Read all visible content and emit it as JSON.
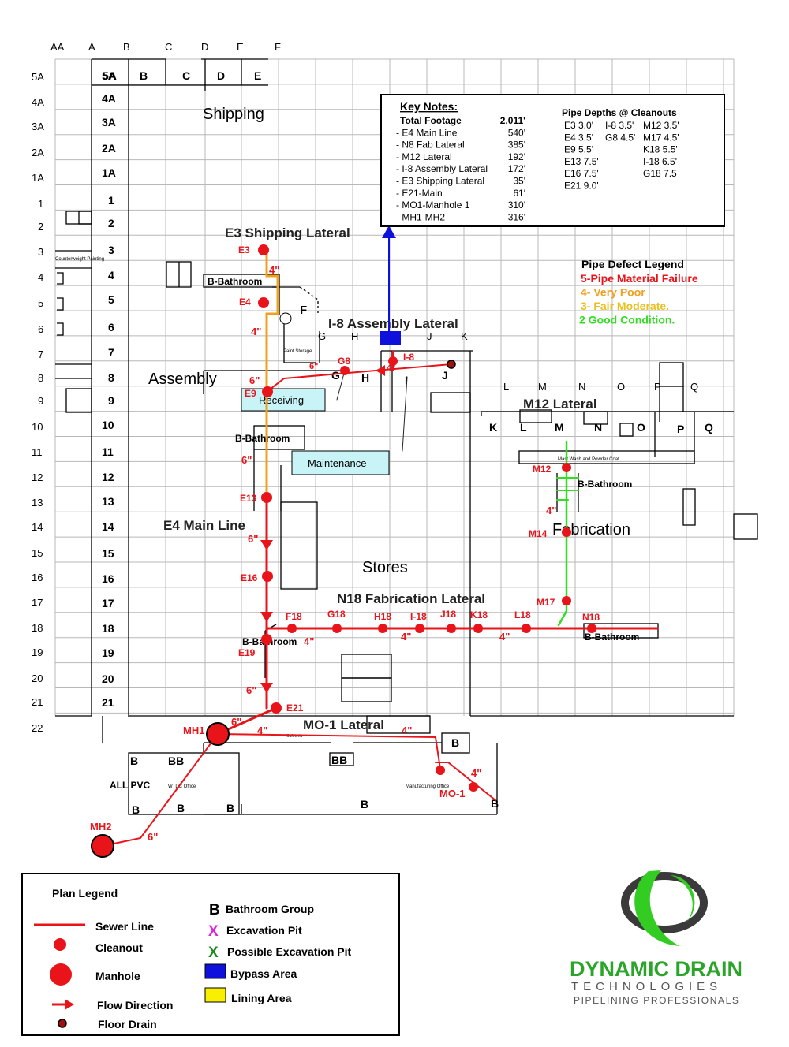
{
  "colors": {
    "grid": "#b8b8b8",
    "structure": "#000000",
    "red": "#e8141a",
    "orange": "#f0a020",
    "green": "#33dd22",
    "blue": "#1010dd",
    "cyan_box": "#c8f4f8",
    "logo_green": "#2aa52a",
    "logo_grey": "#555555"
  },
  "column_labels": [
    "AA",
    "A",
    "B",
    "C",
    "D",
    "E",
    "F"
  ],
  "inner_column_labels": [
    "5A",
    "B",
    "C",
    "D",
    "E"
  ],
  "row_labels": [
    "5A",
    "4A",
    "3A",
    "2A",
    "1A",
    "1",
    "2",
    "3",
    "4",
    "5",
    "6",
    "7",
    "8",
    "9",
    "10",
    "11",
    "12",
    "13",
    "14",
    "15",
    "16",
    "17",
    "18",
    "19",
    "20",
    "21",
    "22"
  ],
  "inner_row_labels": [
    "5A",
    "4A",
    "3A",
    "2A",
    "1A",
    "1",
    "2",
    "3",
    "4",
    "5",
    "6",
    "7",
    "8",
    "9",
    "10",
    "11",
    "12",
    "13",
    "14",
    "15",
    "16",
    "17",
    "18",
    "19",
    "20",
    "21"
  ],
  "area_labels": {
    "shipping": "Shipping",
    "assembly": "Assembly",
    "receiving": "Receiving",
    "maintenance": "Maintenance",
    "stores": "Stores",
    "fabrication": "Fabrication",
    "counterweight": "Counterweight Painting",
    "paint_storage": "Paint Storage",
    "cafeteria": "Cafeteria",
    "wtdc_office": "WTDC Office",
    "mfg_office": "Manufacturing Office",
    "mast_wash": "Mast Wash and Powder Coat",
    "all_pvc": "ALL PVC"
  },
  "lateral_titles": {
    "e3": "E3 Shipping Lateral",
    "i8": "I-8 Assembly Lateral",
    "m12": "M12 Lateral",
    "e4": "E4 Main Line",
    "n18": "N18 Fabrication Lateral",
    "mo1": "MO-1 Lateral"
  },
  "bathroom_labels": [
    "B-Bathroom",
    "B-Bathroom",
    "B-Bathroom",
    "B-Bathroom",
    "B-Bathroom"
  ],
  "cleanout_labels": [
    "E3",
    "E4",
    "E9",
    "E13",
    "E16",
    "E19",
    "E21",
    "G8",
    "I-8",
    "M12",
    "M14",
    "M17",
    "N18",
    "F18",
    "G18",
    "H18",
    "I-18",
    "J18",
    "K18",
    "L18",
    "MO-1"
  ],
  "manholes": [
    "MH1",
    "MH2"
  ],
  "pipe_sizes": [
    "4\"",
    "4\"",
    "6\"",
    "6\"",
    "6\"",
    "6\"",
    "6\"",
    "6\"",
    "4\"",
    "4\"",
    "4\"",
    "4\"",
    "4\"",
    "4\"",
    "6\"",
    "4\"",
    "4\""
  ],
  "grid_letters_right": [
    "G",
    "H",
    "J",
    "K",
    "G",
    "H",
    "I",
    "J",
    "L",
    "M",
    "N",
    "O",
    "P",
    "Q",
    "K",
    "L",
    "M",
    "N",
    "O",
    "P",
    "Q",
    "F"
  ],
  "b_markers": [
    "B",
    "BB",
    "B",
    "B",
    "B",
    "BB",
    "B",
    "B",
    "B"
  ],
  "key_notes": {
    "title": "Key Notes:",
    "rows": [
      {
        "label": "Total Footage",
        "value": "2,011'"
      },
      {
        "label": "- E4 Main Line",
        "value": "540'"
      },
      {
        "label": "- N8 Fab Lateral",
        "value": "385'"
      },
      {
        "label": "- M12 Lateral",
        "value": "192'"
      },
      {
        "label": "- I-8 Assembly Lateral",
        "value": "172'"
      },
      {
        "label": "- E3 Shipping Lateral",
        "value": "35'"
      },
      {
        "label": "- E21-Main",
        "value": "61'"
      },
      {
        "label": "- MO1-Manhole 1",
        "value": "310'"
      },
      {
        "label": "- MH1-MH2",
        "value": "316'"
      }
    ],
    "depths_title": "Pipe Depths @ Cleanouts",
    "depths": [
      [
        "E3 3.0'",
        "I-8 3.5'",
        "M12 3.5'"
      ],
      [
        "E4 3.5'",
        "G8 4.5'",
        "M17 4.5'"
      ],
      [
        "E9 5.5'",
        "",
        "K18 5.5'"
      ],
      [
        "E13 7.5'",
        "",
        "I-18 6.5'"
      ],
      [
        "E16 7.5'",
        "",
        "G18 7.5"
      ],
      [
        "E21 9.0'",
        "",
        ""
      ]
    ]
  },
  "defect_legend": {
    "title": "Pipe Defect Legend",
    "items": [
      {
        "text": "5-Pipe Material Failure",
        "color": "#e8141a"
      },
      {
        "text": "4- Very Poor",
        "color": "#f0a020"
      },
      {
        "text": "3- Fair Moderate.",
        "color": "#e8c020"
      },
      {
        "text": "2 Good Condition.",
        "color": "#33dd22"
      }
    ]
  },
  "plan_legend": {
    "title": "Plan Legend",
    "left": [
      "Sewer Line",
      "Cleanout",
      "Manhole",
      "Flow Direction",
      "Floor Drain"
    ],
    "right": [
      {
        "glyph": "B",
        "text": "Bathroom Group",
        "color": "#000000"
      },
      {
        "glyph": "X",
        "text": "Excavation Pit",
        "color": "#e020e0"
      },
      {
        "glyph": "X",
        "text": "Possible Excavation Pit",
        "color": "#1a8a1a"
      },
      {
        "glyph": "",
        "text": "Bypass Area",
        "color": "#1010dd"
      },
      {
        "glyph": "",
        "text": "Lining Area",
        "color": "#f8f000"
      }
    ]
  },
  "logo": {
    "line1": "DYNAMIC DRAIN",
    "line2": "TECHNOLOGIES",
    "line3": "PIPELINING PROFESSIONALS"
  }
}
